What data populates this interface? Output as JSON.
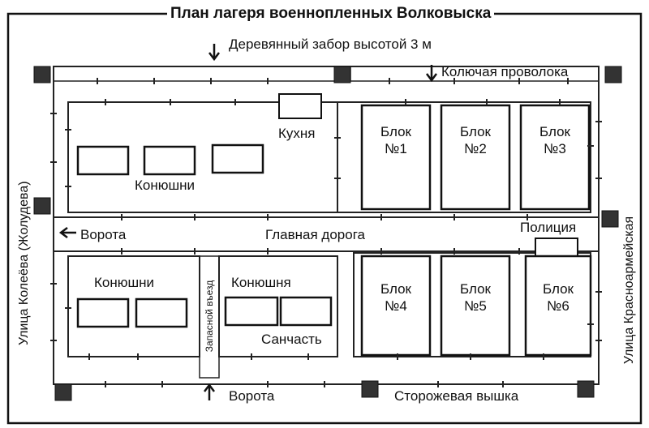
{
  "plan": {
    "title": "План лагеря военнопленных Волковыска",
    "fence_label": "Деревянный забор высотой 3 м",
    "wire_label": "Колючая проволока",
    "kitchen": "Кухня",
    "stables_top": "Конюшни",
    "gate_left": "Ворота",
    "main_road": "Главная дорога",
    "police": "Полиция",
    "stables_bottom": "Конюшни",
    "service_entry": "Запасной въезд",
    "stable_single": "Конюшня",
    "medical": "Санчасть",
    "gate_bottom": "Ворота",
    "watchtower": "Сторожевая вышка",
    "street_left": "Улица Колеёва (Жолудева)",
    "street_right": "Улица Красноармейская",
    "blocks": [
      "Блок\n№1",
      "Блок\n№2",
      "Блок\n№3",
      "Блок\n№4",
      "Блок\n№5",
      "Блок\n№6"
    ]
  }
}
